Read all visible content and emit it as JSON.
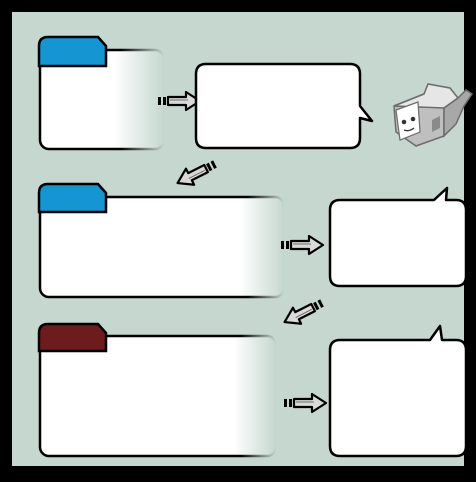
{
  "colors": {
    "border": "#000000",
    "background": "#c5d7cf",
    "card": "#ffffff",
    "tab_blue": "#1596d2",
    "tab_dark_red": "#6e1b1d",
    "arrow_fill": "#d9d9d9",
    "arrow_outline": "#000000"
  },
  "icons": {
    "robot": "robot-mascot-icon",
    "arrow": "hand-drawn-arrow-icon"
  },
  "rows": [
    {
      "name": "row-1",
      "tab_color": "tab_blue"
    },
    {
      "name": "row-2",
      "tab_color": "tab_blue"
    },
    {
      "name": "row-3",
      "tab_color": "tab_dark_red"
    }
  ]
}
